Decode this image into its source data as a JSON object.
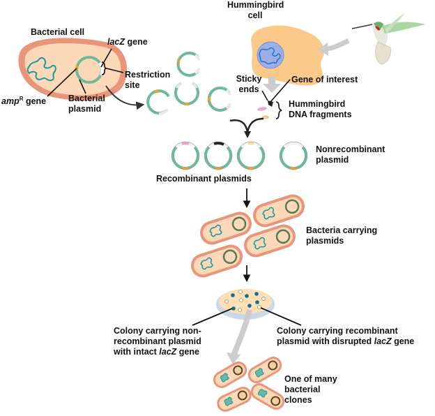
{
  "title": "Cloning a hummingbird gene in a bacterial plasmid",
  "labels": {
    "bacterial_cell": "Bacterial cell",
    "lacz_gene_italic": "lacZ",
    "lacz_gene_suffix": " gene",
    "restriction_site_1": "Restriction",
    "restriction_site_2": "site",
    "ampr_italic": "amp",
    "ampr_sup": "R",
    "ampr_suffix": " gene",
    "bacterial_plasmid_1": "Bacterial",
    "bacterial_plasmid_2": "plasmid",
    "hummingbird_cell_1": "Hummingbird",
    "hummingbird_cell_2": "cell",
    "sticky_ends_1": "Sticky",
    "sticky_ends_2": "ends",
    "gene_of_interest": "Gene of interest",
    "hummingbird_dna_1": "Hummingbird",
    "hummingbird_dna_2": "DNA fragments",
    "nonrecombinant_1": "Nonrecombinant",
    "nonrecombinant_2": "plasmid",
    "recombinant_plasmids": "Recombinant plasmids",
    "bacteria_carrying_1": "Bacteria carrying",
    "bacteria_carrying_2": "plasmids",
    "colony_non_1": "Colony carrying non-",
    "colony_non_2": "recombinant plasmid",
    "colony_non_3_pre": "with intact ",
    "colony_non_3_italic": "lacZ",
    "colony_non_3_post": " gene",
    "colony_rec_1": "Colony carrying recombinant",
    "colony_rec_2_pre": "plasmid with disrupted ",
    "colony_rec_2_italic": "lacZ",
    "colony_rec_2_post": " gene",
    "clones_1": "One of many",
    "clones_2": "bacterial",
    "clones_3": "clones"
  },
  "colors": {
    "cell_outer": "#e8957a",
    "cell_inner": "#fbd9b8",
    "plasmid_green": "#6fb898",
    "amp_orange": "#f0a030",
    "dna_teal": "#1a9a9a",
    "hummingbird_cell": "#fbc98a",
    "nucleus": "#9aaee8",
    "insert_pink": "#e8a8c8",
    "insert_yellow": "#f0d890",
    "gray_arrow": "#cccccc",
    "text": "#111111"
  }
}
